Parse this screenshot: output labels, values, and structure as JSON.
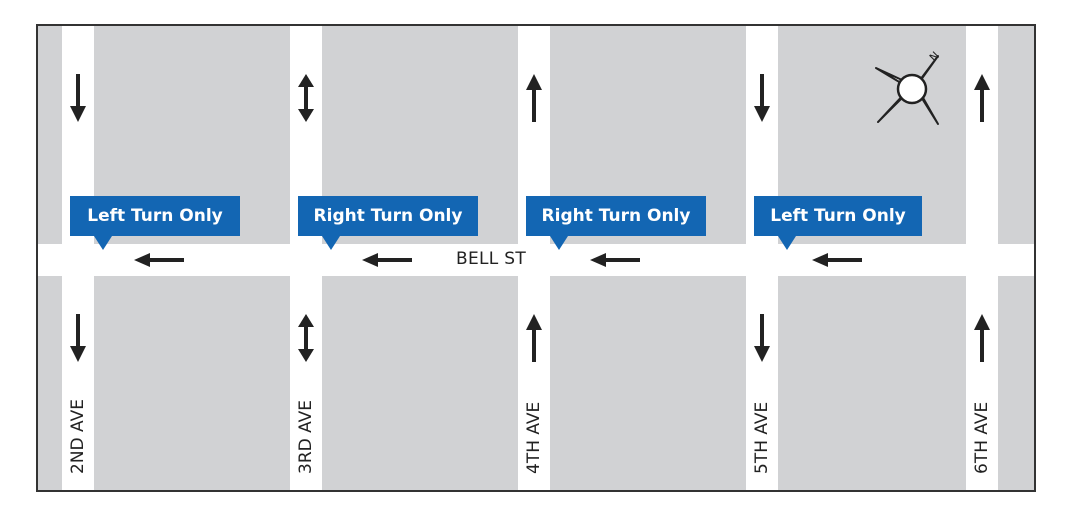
{
  "map": {
    "horizontal_street": {
      "name": "BELL ST",
      "direction": "west"
    },
    "avenues": [
      {
        "name": "2ND AVE",
        "direction": "south"
      },
      {
        "name": "3RD AVE",
        "direction": "two-way"
      },
      {
        "name": "4TH AVE",
        "direction": "north"
      },
      {
        "name": "5TH AVE",
        "direction": "south"
      },
      {
        "name": "6TH AVE",
        "direction": "north"
      }
    ],
    "callouts": [
      {
        "label": "Left Turn Only",
        "avenue": "2ND AVE"
      },
      {
        "label": "Right Turn Only",
        "avenue": "3RD AVE"
      },
      {
        "label": "Right Turn Only",
        "avenue": "4TH AVE"
      },
      {
        "label": "Left Turn Only",
        "avenue": "5TH AVE"
      }
    ],
    "compass": {
      "label": "N",
      "icon": "compass-icon"
    },
    "colors": {
      "block": "#d1d2d4",
      "street": "#ffffff",
      "callout": "#1366b3",
      "arrow": "#222222",
      "border": "#333333"
    }
  }
}
